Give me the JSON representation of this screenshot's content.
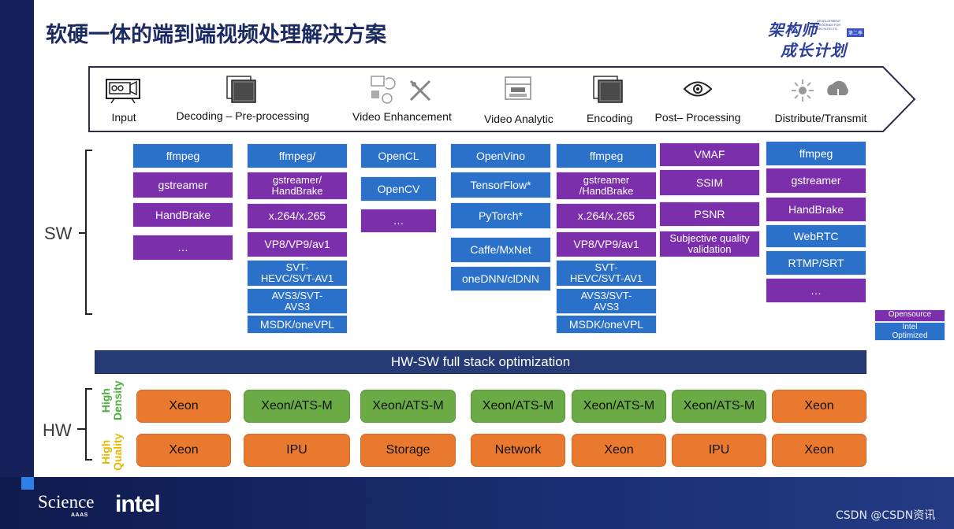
{
  "title": "软硬一体的端到端视频处理解决方案",
  "logo": {
    "line1": "架构师",
    "line2": "成长计划",
    "small_text": "DEVELOPMENT PROGRAM FOR ARCHITECTS",
    "tag": "第二季"
  },
  "stages": [
    {
      "label": "Input",
      "icon": "video-camera-icon"
    },
    {
      "label": "Decoding – Pre-processing",
      "icon": "layered-frames-icon"
    },
    {
      "label": "Video Enhancement",
      "icon": "image-tools-icon"
    },
    {
      "label": "Video Analytic",
      "icon": "analytics-panel-icon"
    },
    {
      "label": "Encoding",
      "icon": "layered-frames-icon"
    },
    {
      "label": "Post– Processing",
      "icon": "eye-icon"
    },
    {
      "label": "Distribute/Transmit",
      "icon": "cloud-network-icon"
    }
  ],
  "sw_label": "SW",
  "hw_label": "HW",
  "sw_columns": [
    {
      "items": [
        {
          "text": "ffmpeg",
          "type": "intel"
        },
        {
          "text": "gstreamer",
          "type": "opensource"
        },
        {
          "text": "HandBrake",
          "type": "opensource"
        },
        {
          "text": "…",
          "type": "opensource"
        }
      ]
    },
    {
      "items": [
        {
          "text": "ffmpeg/",
          "type": "intel"
        },
        {
          "text": "gstreamer/\nHandBrake",
          "type": "opensource"
        },
        {
          "text": "x.264/x.265",
          "type": "opensource"
        },
        {
          "text": "VP8/VP9/av1",
          "type": "opensource"
        },
        {
          "text": "SVT-\nHEVC/SVT-AV1",
          "type": "intel"
        },
        {
          "text": "AVS3/SVT-\nAVS3",
          "type": "intel"
        },
        {
          "text": "MSDK/oneVPL",
          "type": "intel"
        }
      ]
    },
    {
      "items": [
        {
          "text": "OpenCL",
          "type": "intel"
        },
        {
          "text": "OpenCV",
          "type": "intel"
        },
        {
          "text": "…",
          "type": "opensource"
        }
      ]
    },
    {
      "items": [
        {
          "text": "OpenVino",
          "type": "intel"
        },
        {
          "text": "TensorFlow*",
          "type": "intel"
        },
        {
          "text": "PyTorch*",
          "type": "intel"
        },
        {
          "text": "Caffe/MxNet",
          "type": "intel"
        },
        {
          "text": "oneDNN/clDNN",
          "type": "intel"
        }
      ]
    },
    {
      "items": [
        {
          "text": "ffmpeg",
          "type": "intel"
        },
        {
          "text": "gstreamer\n/HandBrake",
          "type": "opensource"
        },
        {
          "text": "x.264/x.265",
          "type": "opensource"
        },
        {
          "text": "VP8/VP9/av1",
          "type": "opensource"
        },
        {
          "text": "SVT-\nHEVC/SVT-AV1",
          "type": "intel"
        },
        {
          "text": "AVS3/SVT-\nAVS3",
          "type": "intel"
        },
        {
          "text": "MSDK/oneVPL",
          "type": "intel"
        }
      ]
    },
    {
      "items": [
        {
          "text": "VMAF",
          "type": "opensource"
        },
        {
          "text": "SSIM",
          "type": "opensource"
        },
        {
          "text": "PSNR",
          "type": "opensource"
        },
        {
          "text": "Subjective quality\nvalidation",
          "type": "opensource"
        }
      ]
    },
    {
      "items": [
        {
          "text": "ffmpeg",
          "type": "intel"
        },
        {
          "text": "gstreamer",
          "type": "opensource"
        },
        {
          "text": "HandBrake",
          "type": "opensource"
        },
        {
          "text": "WebRTC",
          "type": "intel"
        },
        {
          "text": "RTMP/SRT",
          "type": "intel"
        },
        {
          "text": "…",
          "type": "opensource"
        }
      ]
    }
  ],
  "legend": {
    "opensource": "Opensource",
    "intel": "Intel\nOptimized"
  },
  "hw_sw_bar": "HW-SW full stack optimization",
  "hw_rows": [
    {
      "label": "High\nDensity",
      "label_color": "#4caf3a",
      "items": [
        {
          "text": "Xeon",
          "color": "orange"
        },
        {
          "text": "Xeon/ATS-M",
          "color": "green"
        },
        {
          "text": "Xeon/ATS-M",
          "color": "green"
        },
        {
          "text": "Xeon/ATS-M",
          "color": "green"
        },
        {
          "text": "Xeon/ATS-M",
          "color": "green"
        },
        {
          "text": "Xeon/ATS-M",
          "color": "green"
        },
        {
          "text": "Xeon",
          "color": "orange"
        }
      ]
    },
    {
      "label": "High\nQuality",
      "label_color": "#e6b800",
      "items": [
        {
          "text": "Xeon",
          "color": "orange"
        },
        {
          "text": "IPU",
          "color": "orange"
        },
        {
          "text": "Storage",
          "color": "orange"
        },
        {
          "text": "Network",
          "color": "orange"
        },
        {
          "text": "Xeon",
          "color": "orange"
        },
        {
          "text": "IPU",
          "color": "orange"
        },
        {
          "text": "Xeon",
          "color": "orange"
        }
      ]
    }
  ],
  "footer": {
    "science": "Science",
    "science_sub": "AAAS",
    "intel": "intel",
    "watermark": "CSDN @CSDN资讯"
  },
  "colors": {
    "intel_blue": "#2b71c9",
    "opensource_purple": "#7b2fab",
    "hw_orange": "#e9792f",
    "hw_green": "#6aab45",
    "title_navy": "#1b2a60"
  }
}
